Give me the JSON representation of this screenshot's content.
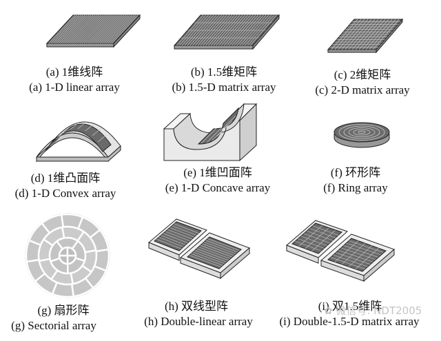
{
  "items": [
    {
      "cn": "(a) 1维线阵",
      "en": "(a) 1-D linear array"
    },
    {
      "cn": "(b) 1.5维矩阵",
      "en": "(b) 1.5-D matrix array"
    },
    {
      "cn": "(c) 2维矩阵",
      "en": "(c) 2-D matrix array"
    },
    {
      "cn": "(d) 1维凸面阵",
      "en": "(d) 1-D Convex array"
    },
    {
      "cn": "(e) 1维凹面阵",
      "en": "(e) 1-D Concave array"
    },
    {
      "cn": "(f) 环形阵",
      "en": "(f) Ring array"
    },
    {
      "cn": "(g)  扇形阵",
      "en": "(g) Sectorial array"
    },
    {
      "cn": "(h) 双线型阵",
      "en": "(h) Double-linear array"
    },
    {
      "cn": "(i) 双1.5维阵",
      "en": "(i) Double-1.5-D matrix array"
    }
  ],
  "watermark": "微信号: NDT2005",
  "colors": {
    "array_dark": "#555555",
    "array_light": "#bdbdbd",
    "body_light": "#e6e6e6",
    "line": "#222222"
  }
}
